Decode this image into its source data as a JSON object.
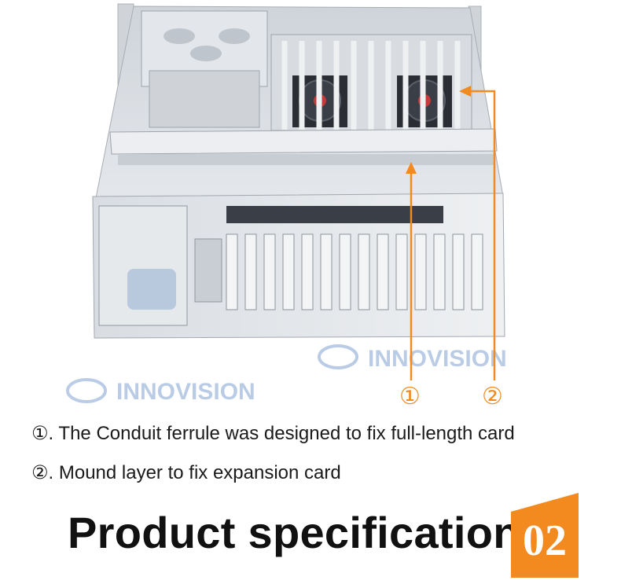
{
  "colors": {
    "accent": "#f28a1f",
    "chassis": "#dfe3e8",
    "watermark": "#3b6fb6"
  },
  "watermark": {
    "brand_text": "INNOVISION",
    "icon": "innovision-logo-icon"
  },
  "callouts": [
    {
      "marker": "①",
      "text": ". The Conduit ferrule was designed to fix full-length card"
    },
    {
      "marker": "②",
      "text": ". Mound layer to fix expansion card"
    }
  ],
  "section": {
    "title": "Product specification",
    "number": "02"
  }
}
